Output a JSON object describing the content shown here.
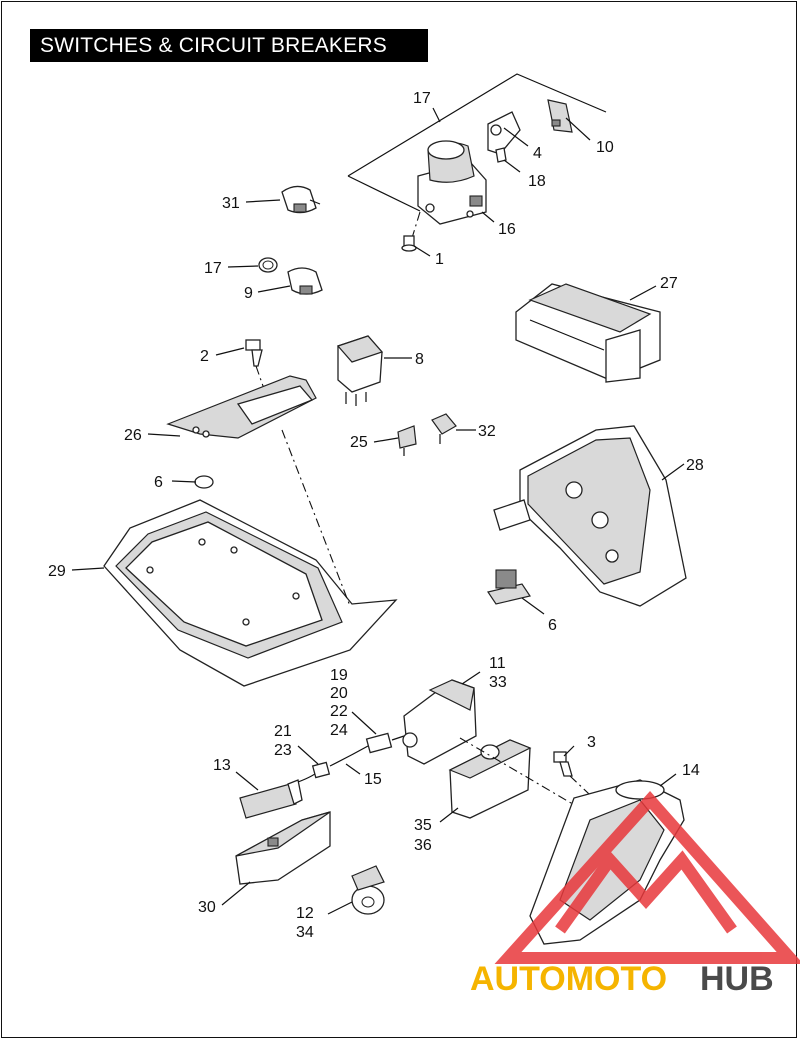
{
  "title": "SWITCHES & CIRCUIT BREAKERS",
  "watermark": {
    "brand_part1": "AUTOMOTO",
    "brand_part2": "HUB",
    "color_part1": "#f5b400",
    "color_part2": "#4a4a4a",
    "logo_color": "#e8383b"
  },
  "callouts": {
    "c17a": "17",
    "c4": "4",
    "c10": "10",
    "c18": "18",
    "c16": "16",
    "c1": "1",
    "c31": "31",
    "c17b": "17",
    "c9": "9",
    "c27": "27",
    "c2": "2",
    "c8": "8",
    "c26": "26",
    "c25": "25",
    "c32": "32",
    "c6a": "6",
    "c28": "28",
    "c29": "29",
    "c6b": "6",
    "c19": "19",
    "c20": "20",
    "c22": "22",
    "c24": "24",
    "c11": "11",
    "c33": "33",
    "c21": "21",
    "c23": "23",
    "c13": "13",
    "c15": "15",
    "c3": "3",
    "c14": "14",
    "c35": "35",
    "c36": "36",
    "c30": "30",
    "c12": "12",
    "c34": "34"
  }
}
